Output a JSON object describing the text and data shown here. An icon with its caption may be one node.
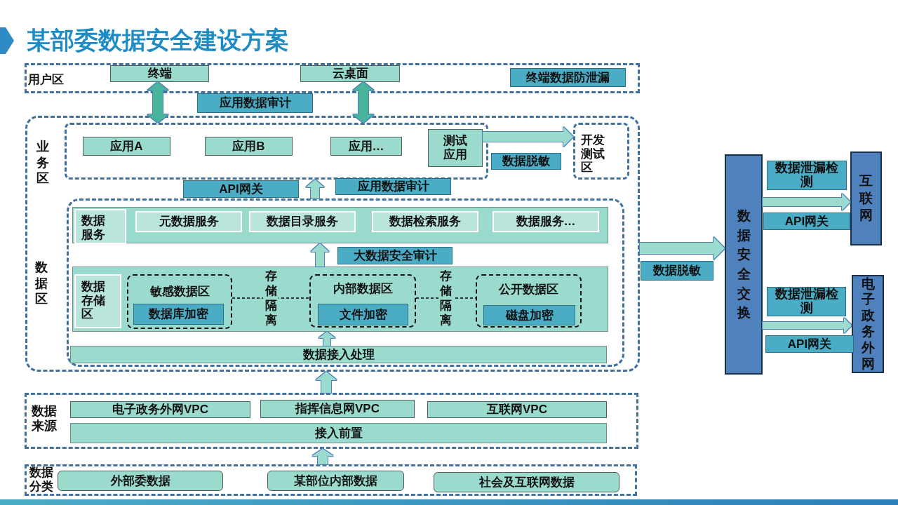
{
  "diagram": {
    "title": "某部委数据安全建设方案",
    "nodes": [
      {
        "text": [
          "用户区"
        ]
      },
      {
        "text": [
          "终端"
        ],
        "in": 0
      },
      {
        "text": [
          "云桌面"
        ],
        "in": 0
      },
      {
        "text": [
          "终端数据防泄漏"
        ],
        "in": 0
      },
      {
        "text": [
          "应用数据审计"
        ]
      },
      {
        "text": [
          "业务区",
          "数据区"
        ]
      },
      {
        "text": [],
        "shape": "box",
        "in": 5
      },
      {
        "text": [
          "应用A"
        ],
        "in": 6
      },
      {
        "text": [
          "应用B"
        ],
        "in": 6
      },
      {
        "text": [
          "应用…"
        ],
        "in": 6
      },
      {
        "text": [
          "测试应用"
        ],
        "in": 6
      },
      {
        "text": [
          "数据脱敏"
        ],
        "in": 5
      },
      {
        "text": [
          "开发测试区"
        ],
        "in": 5
      },
      {
        "text": [
          "API网关"
        ],
        "in": 5
      },
      {
        "text": [
          "应用数据审计"
        ],
        "in": 5
      },
      {
        "text": [],
        "shape": "box",
        "in": 5
      },
      {
        "text": [
          "数据服务"
        ],
        "in": 15
      },
      {
        "text": [
          "元数据服务"
        ],
        "in": 16
      },
      {
        "text": [
          "数据目录服务"
        ],
        "in": 16
      },
      {
        "text": [
          "数据检索服务"
        ],
        "in": 16
      },
      {
        "text": [
          "数据服务…"
        ],
        "in": 16
      },
      {
        "text": [
          "大数据安全审计"
        ],
        "in": 15
      },
      {
        "text": [
          "数据存储区"
        ],
        "in": 15
      },
      {
        "text": [
          "敏感数据区"
        ],
        "in": 22
      },
      {
        "text": [
          "数据库加密"
        ],
        "in": 23
      },
      {
        "text": [
          "内部数据区"
        ],
        "in": 22
      },
      {
        "text": [
          "文件加密"
        ],
        "in": 25
      },
      {
        "text": [
          "公开数据区"
        ],
        "in": 22
      },
      {
        "text": [
          "磁盘加密"
        ],
        "in": 27
      },
      {
        "text": [
          "数据接入处理"
        ],
        "in": 15
      },
      {
        "text": [
          "数据来源"
        ]
      },
      {
        "text": [
          "电子政务外网VPC"
        ],
        "in": 30
      },
      {
        "text": [
          "指挥信息网VPC"
        ],
        "in": 30
      },
      {
        "text": [
          "互联网VPC"
        ],
        "in": 30
      },
      {
        "text": [
          "接入前置"
        ],
        "in": 30
      },
      {
        "text": [
          "数据分类"
        ]
      },
      {
        "text": [
          "外部委数据"
        ],
        "in": 35
      },
      {
        "text": [
          "某部位内部数据"
        ],
        "in": 35
      },
      {
        "text": [
          "社会及互联网数据"
        ],
        "in": 35
      },
      {
        "text": [
          "数据脱敏"
        ]
      },
      {
        "text": [
          "数据安全交换"
        ]
      },
      {
        "text": [
          "数据泄漏检测"
        ]
      },
      {
        "text": [
          "互联网"
        ]
      },
      {
        "text": [
          "API网关"
        ]
      },
      {
        "text": [
          "数据泄漏检测"
        ]
      },
      {
        "text": [
          "电子政务外网"
        ]
      },
      {
        "text": [
          "API网关"
        ]
      }
    ],
    "edges": [
      {
        "from": 1,
        "to": 6,
        "arrow": "both",
        "color": "#48b49c"
      },
      {
        "from": 2,
        "to": 6,
        "arrow": "both",
        "color": "#48b49c"
      },
      {
        "from": 10,
        "to": 12,
        "arrow": "to"
      },
      {
        "from": 15,
        "to": 6,
        "arrow": "to"
      },
      {
        "from": 22,
        "to": 16,
        "arrow": "to"
      },
      {
        "from": 23,
        "to": 25,
        "arrow": "none",
        "label": "存储隔离",
        "style": "dashed",
        "color": "#000000"
      },
      {
        "from": 25,
        "to": 27,
        "arrow": "none",
        "label": "存储隔离",
        "style": "dashed",
        "color": "#000000"
      },
      {
        "from": 29,
        "to": 22,
        "arrow": "to"
      },
      {
        "from": 30,
        "to": 5,
        "arrow": "to"
      },
      {
        "from": 35,
        "to": 30,
        "arrow": "to"
      },
      {
        "from": 5,
        "to": 40,
        "arrow": "to"
      },
      {
        "from": 40,
        "to": 42,
        "arrow": "to"
      },
      {
        "from": 40,
        "to": 45,
        "arrow": "to"
      }
    ]
  }
}
